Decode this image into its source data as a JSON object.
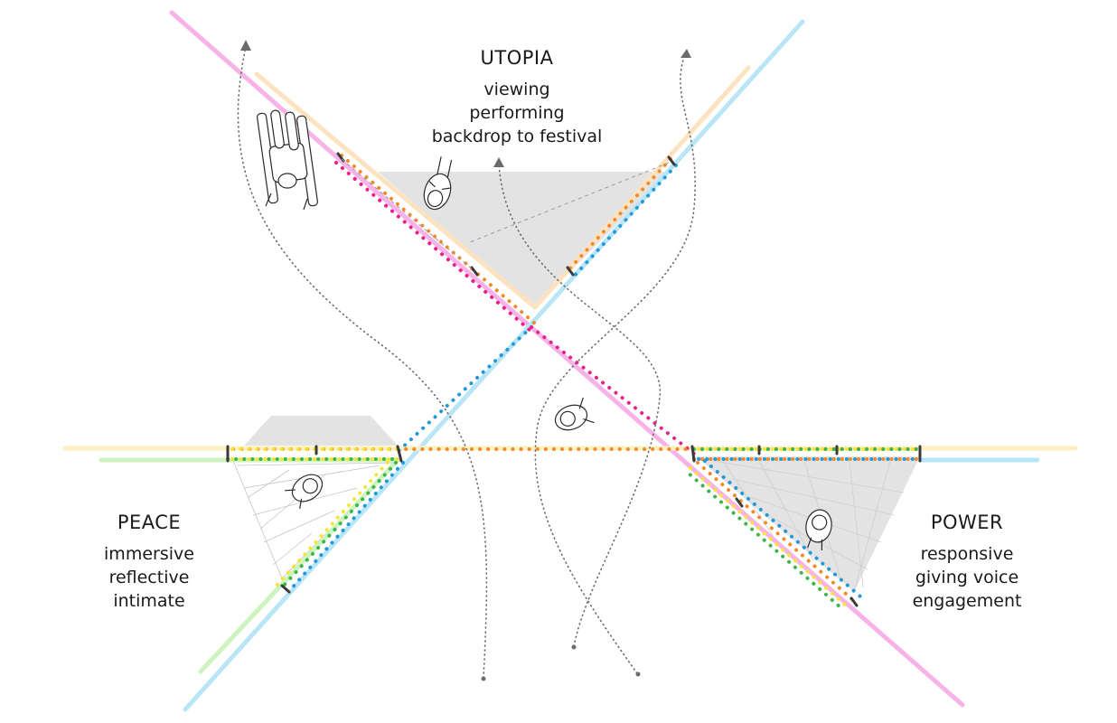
{
  "labels": {
    "utopia": {
      "heading": "UTOPIA",
      "lines": [
        "viewing",
        "performing",
        "backdrop to festival"
      ]
    },
    "peace": {
      "heading": "PEACE",
      "lines": [
        "immersive",
        "reflective",
        "intimate"
      ]
    },
    "power": {
      "heading": "POWER",
      "lines": [
        "responsive",
        "giving voice",
        "engagement"
      ]
    }
  },
  "colors": {
    "pink": "#f7b3e8",
    "blue": "#b9e6f7",
    "peach": "#fde2c0",
    "yellow": "#fbf1c0",
    "green": "#cdf3bf",
    "magenta_dot": "#ec1f86",
    "orange_dot": "#f28a2a",
    "blue_dot": "#2499d8",
    "green_dot": "#3cb54a",
    "yellow_dot": "#f7e43a",
    "shade": "#e3e3e3",
    "path": "#6b6b6b"
  },
  "icons": [
    "wheelchair-user-icon",
    "person-top-view-icon"
  ]
}
